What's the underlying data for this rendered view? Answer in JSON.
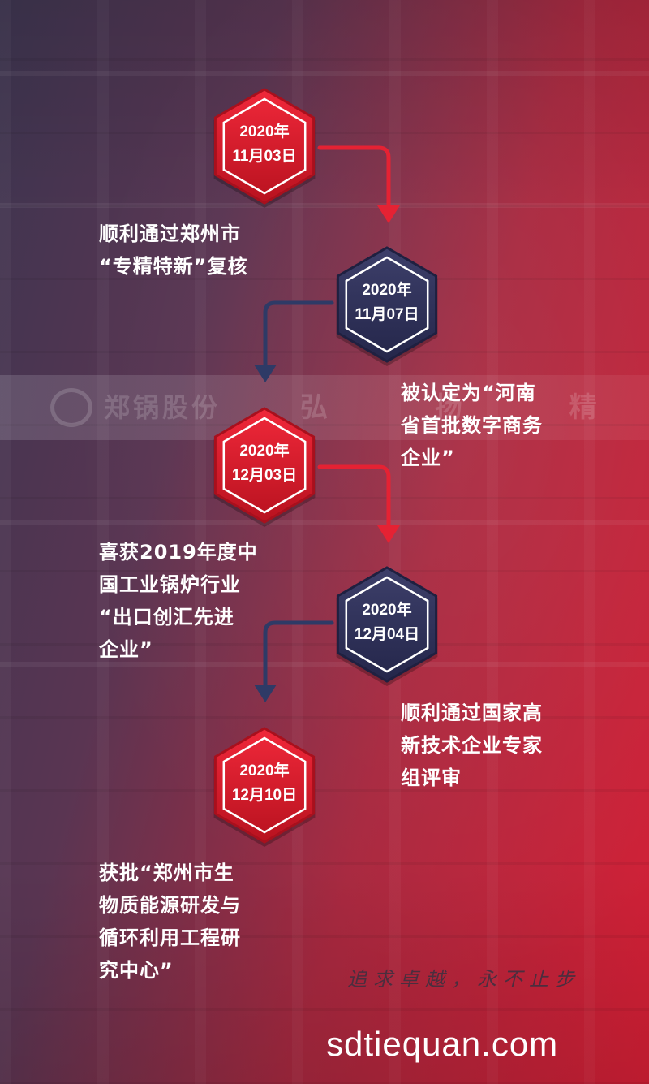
{
  "colors": {
    "red_node": "#e0202f",
    "red_node_dark": "#a8101d",
    "navy_node": "#33345a",
    "navy_node_dark": "#1f2040",
    "red_arrow": "#e52233",
    "navy_arrow": "#2e3a66",
    "ring": "#ffffff",
    "caption_text": "#ffffff"
  },
  "milestones": [
    {
      "year": "2020年",
      "date": "11月03日",
      "style": "red",
      "caption": "顺利通过郑州市\n“专精特新”复核"
    },
    {
      "year": "2020年",
      "date": "11月07日",
      "style": "navy",
      "caption": "被认定为“河南\n省首批数字商务\n企业”"
    },
    {
      "year": "2020年",
      "date": "12月03日",
      "style": "red",
      "caption": "喜获2019年度中\n国工业锅炉行业\n“出口创汇先进\n企业”"
    },
    {
      "year": "2020年",
      "date": "12月04日",
      "style": "navy",
      "caption": "顺利通过国家高\n新技术企业专家\n组评审"
    },
    {
      "year": "2020年",
      "date": "12月10日",
      "style": "red",
      "caption": "获批“郑州市生\n物质能源研发与\n循环利用工程研\n究中心”"
    }
  ],
  "background": {
    "banner_company": "郑锅股份",
    "banner_slogan": "弘 扬 精"
  },
  "motto": "追求卓越，永不止步",
  "watermark": "sdtiequan.com"
}
